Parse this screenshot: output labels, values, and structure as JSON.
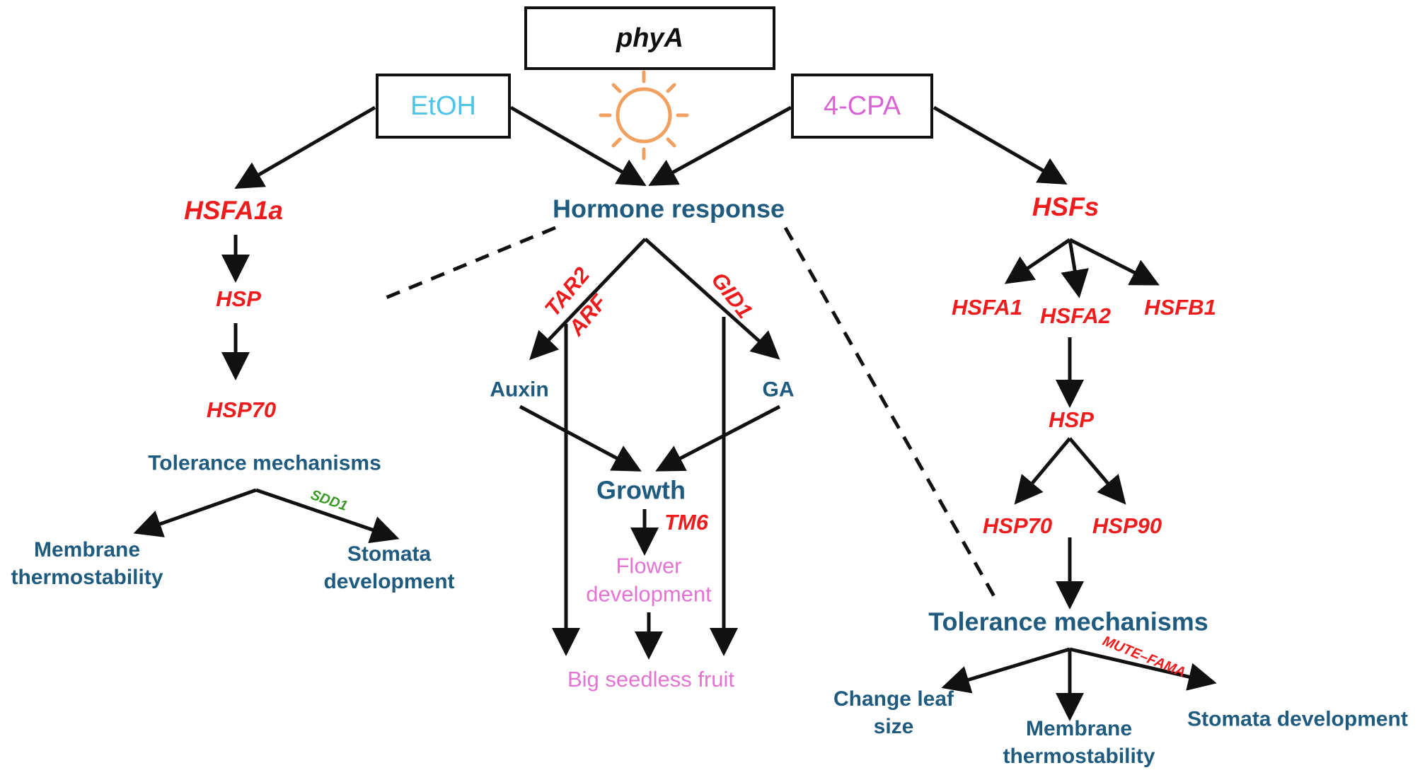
{
  "boxes": {
    "phyA": "phyA",
    "etoh": "EtOH",
    "cpa": "4-CPA"
  },
  "left": {
    "hsfa1a": "HSFA1a",
    "hsp": "HSP",
    "hsp70": "HSP70",
    "tolerance": "Tolerance  mechanisms",
    "sdd1": "SDD1",
    "membrane_1": "Membrane",
    "membrane_2": "thermostability",
    "stomata_1": "Stomata",
    "stomata_2": "development"
  },
  "center": {
    "hormone": "Hormone response",
    "tar2": "TAR2",
    "arf": "ARF",
    "gid1": "GID1",
    "auxin": "Auxin",
    "ga": "GA",
    "growth": "Growth",
    "tm6": "TM6",
    "flower_1": "Flower",
    "flower_2": "development",
    "fruit": "Big  seedless  fruit"
  },
  "right": {
    "hsfs": "HSFs",
    "hsfa1": "HSFA1",
    "hsfa2": "HSFA2",
    "hsfb1": "HSFB1",
    "hsp": "HSP",
    "hsp70": "HSP70",
    "hsp90": "HSP90",
    "tolerance": "Tolerance mechanisms",
    "mute_fama": "MUTE–FAMA",
    "leaf_1": "Change leaf",
    "leaf_2": "size",
    "membrane_1": "Membrane",
    "membrane_2": "thermostability",
    "stomata": "Stomata  development"
  },
  "colors": {
    "gene": "#ee1c1c",
    "text_blue": "#1e5b7f",
    "pink": "#e374d4",
    "etoh": "#4fc4e8",
    "cpa": "#d964d6",
    "sun": "#f2a060",
    "sdd1": "#3a9b24"
  },
  "icons": {
    "sun": "sun-icon"
  }
}
